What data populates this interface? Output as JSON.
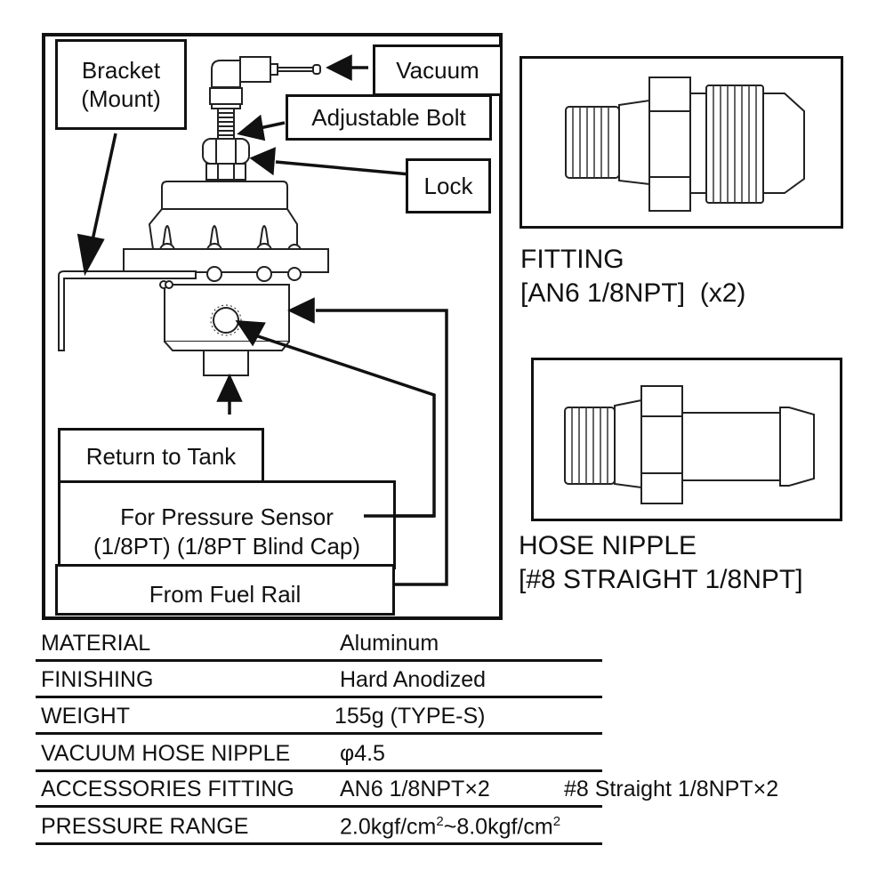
{
  "diagram": {
    "labels": {
      "bracket": "Bracket\n(Mount)",
      "vacuum": "Vacuum",
      "adjustable_bolt": "Adjustable Bolt",
      "lock": "Lock",
      "return_to_tank": "Return to Tank",
      "pressure_sensor_line1": "For Pressure Sensor",
      "pressure_sensor_line2": "(1/8PT) (1/8PT Blind Cap)",
      "from_fuel_rail": "From Fuel Rail"
    }
  },
  "fitting": {
    "title": "FITTING",
    "spec": "[AN6 1/8NPT]  (x2)"
  },
  "hose_nipple": {
    "title": "HOSE NIPPLE",
    "spec": "[#8 STRAIGHT 1/8NPT]"
  },
  "specs": [
    {
      "key": "MATERIAL",
      "value": "Aluminum"
    },
    {
      "key": "FINISHING",
      "value": "Hard Anodized"
    },
    {
      "key": "WEIGHT",
      "value": "155g (TYPE-S)"
    },
    {
      "key": "VACUUM HOSE NIPPLE",
      "value": "φ4.5"
    },
    {
      "key": "ACCESSORIES FITTING",
      "value": "AN6 1/8NPT×2",
      "extra": "#8 Straight 1/8NPT×2"
    },
    {
      "key": "PRESSURE RANGE",
      "value_parts": [
        "2.0kgf/cm",
        "2",
        "~8.0kgf/cm",
        "2"
      ]
    }
  ]
}
